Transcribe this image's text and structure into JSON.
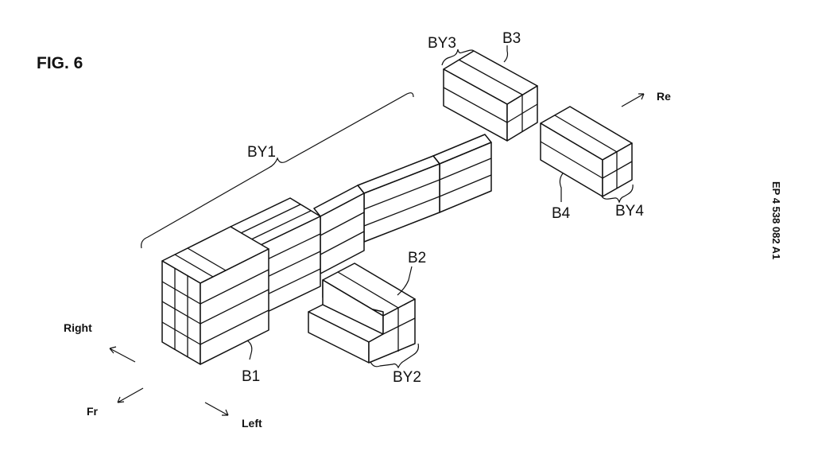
{
  "figure": {
    "title": "FIG. 6",
    "publication_number": "EP 4 538 082 A1"
  },
  "directions": {
    "right": "Right",
    "front": "Fr",
    "left": "Left",
    "rear": "Re"
  },
  "labels": {
    "b1": "B1",
    "b2": "B2",
    "b3": "B3",
    "b4": "B4",
    "by1": "BY1",
    "by2": "BY2",
    "by3": "BY3",
    "by4": "BY4"
  }
}
